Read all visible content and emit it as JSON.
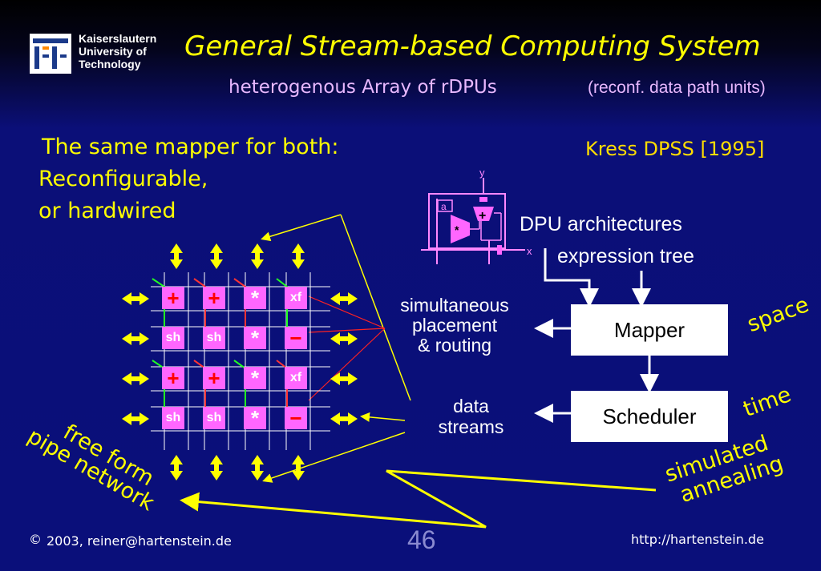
{
  "header": {
    "org_line1": "Kaiserslautern",
    "org_line2": "University of",
    "org_line3": "Technology",
    "title": "General Stream-based Computing System",
    "subtitle": "heterogenous Array of rDPUs",
    "subtitle_paren": "(reconf. data path units)"
  },
  "left_text": {
    "line1": "The same mapper for both:",
    "line2": "Reconfigurable,",
    "line3": "or hardwired"
  },
  "citation": "Kress DPSS [1995]",
  "dpu": {
    "label_y": "y",
    "label_x": "x",
    "label_a": "a",
    "op_plus": "+",
    "op_mul": "*"
  },
  "labels": {
    "dpu_arch": "DPU architectures",
    "expr_tree": "expression tree",
    "sim1": "simultaneous",
    "sim2": "placement",
    "sim3": "& routing",
    "data1": "data",
    "data2": "streams",
    "mapper": "Mapper",
    "scheduler": "Scheduler",
    "space": "space",
    "time": "time",
    "anneal1": "simulated",
    "anneal2": "annealing",
    "free1": "free form",
    "free2": "pipe network"
  },
  "array": {
    "rows": [
      [
        "+",
        "+",
        "*",
        "xf"
      ],
      [
        "sh",
        "sh",
        "*",
        "−"
      ],
      [
        "+",
        "+",
        "*",
        "xf"
      ],
      [
        "sh",
        "sh",
        "*",
        "−"
      ]
    ]
  },
  "footer": {
    "copyright_symbol": "©",
    "copyright": "2003, reiner@hartenstein.de",
    "page": "46",
    "url": "http://hartenstein.de"
  },
  "colors": {
    "background": "#0a0f7a",
    "title": "#ffff00",
    "subtitle": "#e8b8ff",
    "cell": "#ff66ff",
    "arrow_yellow": "#ffff00"
  }
}
